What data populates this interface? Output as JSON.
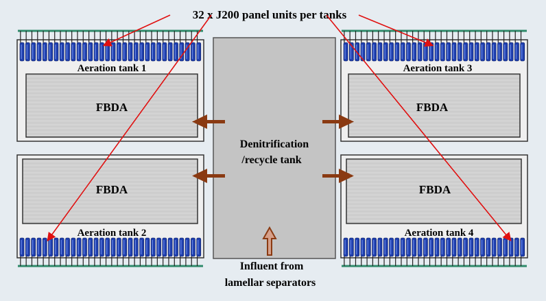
{
  "callout": "32 x J200 panel units per tanks",
  "fbda_label": "FBDA",
  "tanks": {
    "t1": "Aeration tank 1",
    "t2": "Aeration tank 2",
    "t3": "Aeration tank 3",
    "t4": "Aeration tank 4"
  },
  "center": {
    "line1": "Denitrification",
    "line2": "/recycle tank"
  },
  "influent": {
    "line1": "Influent from",
    "line2": "lamellar separators"
  },
  "colors": {
    "panel_blue": "#1f3fae",
    "panel_green": "#2f8a6a",
    "arrow_brown": "#8a3a12",
    "callout_red": "#e01010",
    "center_gray": "#c4c4c4"
  }
}
